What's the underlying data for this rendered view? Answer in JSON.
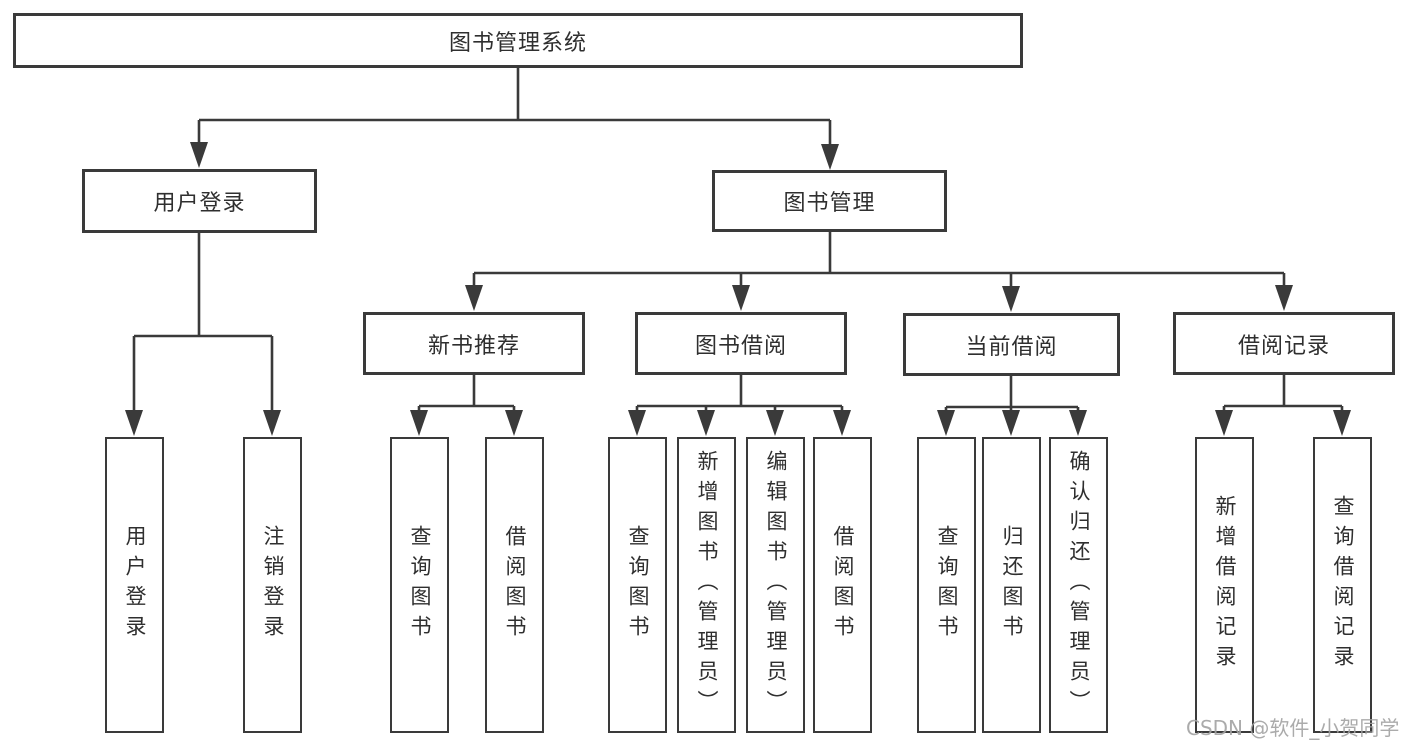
{
  "diagram": {
    "type": "hierarchy-tree",
    "orientation": "top-down",
    "tree": {
      "label": "图书管理系统",
      "children": [
        {
          "label": "用户登录",
          "children": [
            {
              "label": "用户登录"
            },
            {
              "label": "注销登录"
            }
          ]
        },
        {
          "label": "图书管理",
          "children": [
            {
              "label": "新书推荐",
              "children": [
                {
                  "label": "查询图书"
                },
                {
                  "label": "借阅图书"
                }
              ]
            },
            {
              "label": "图书借阅",
              "children": [
                {
                  "label": "查询图书"
                },
                {
                  "label": "新增图书（管理员）"
                },
                {
                  "label": "编辑图书（管理员）"
                },
                {
                  "label": "借阅图书"
                }
              ]
            },
            {
              "label": "当前借阅",
              "children": [
                {
                  "label": "查询图书"
                },
                {
                  "label": "归还图书"
                },
                {
                  "label": "确认归还（管理员）"
                }
              ]
            },
            {
              "label": "借阅记录",
              "children": [
                {
                  "label": "新增借阅记录"
                },
                {
                  "label": "查询借阅记录"
                }
              ]
            }
          ]
        }
      ]
    }
  },
  "watermark": {
    "text": "CSDN @软件_小贺同学"
  },
  "colors": {
    "line": "#3a3a3a",
    "box_border": "#3a3a3a",
    "text": "#2f2f2f",
    "watermark": "#a3a3a3",
    "background": "#ffffff"
  }
}
